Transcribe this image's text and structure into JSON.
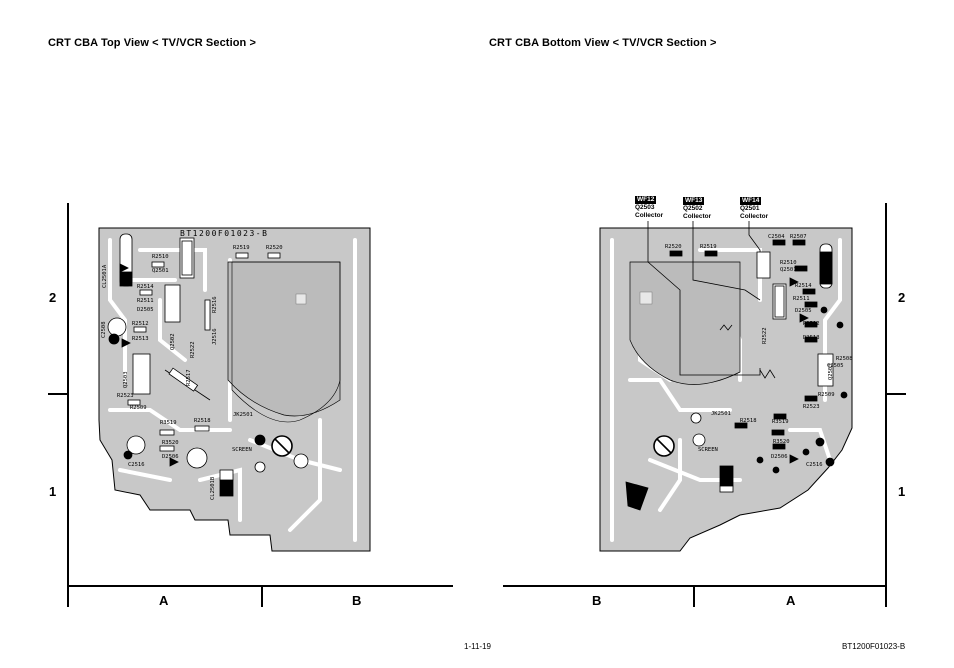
{
  "titles": {
    "left": "CRT CBA Top View  < TV/VCR Section >",
    "right": "CRT CBA Bottom View  < TV/VCR Section >"
  },
  "grid": {
    "row_top": "2",
    "row_bottom": "1",
    "left_col_a": "A",
    "left_col_b": "B",
    "right_col_b": "B",
    "right_col_a": "A"
  },
  "board_id": "BT1200F01023-B",
  "top_view_labels": {
    "r2519": "R2519",
    "r2520": "R2520",
    "r2510": "R2510",
    "q2501": "Q2501",
    "r2514": "R2514",
    "r2511": "R2511",
    "d2505": "D2505",
    "r2512": "R2512",
    "c2508": "C2508",
    "q2502": "Q2502",
    "r2522": "R2522",
    "r2517": "R2517",
    "q2503": "Q2503",
    "r2513": "R2513",
    "r2523": "R2523",
    "r2509": "R2509",
    "r3519": "R3519",
    "r2518": "R2518",
    "r3520": "R3520",
    "d2506": "D2506",
    "c2516": "C2516",
    "jk2501": "JK2501",
    "screen": "SCREEN",
    "cl2501a": "CL2501A",
    "cl2501b": "CL2501B",
    "r2516": "R2516",
    "j2516": "J2516"
  },
  "bottom_view_labels": {
    "r2520": "R2520",
    "r2519": "R2519",
    "c2504": "C2504",
    "r2507": "R2507",
    "q2501": "Q2501",
    "r2514": "R2514",
    "r2511": "R2511",
    "d2505": "D2505",
    "r2512": "R2512",
    "d2513": "D2513",
    "r2508": "R2508",
    "c2505": "C2505",
    "q2503": "Q2503",
    "r2509": "R2509",
    "r2523": "R2523",
    "r3519": "R3519",
    "r2518": "R2518",
    "r3520": "R3520",
    "d2506": "D2506",
    "c2516": "C2516",
    "jk2501": "JK2501",
    "screen": "SCREEN",
    "r2522": "R2522"
  },
  "waveforms": [
    {
      "tag": "WF12",
      "part": "Q2503",
      "pin": "Collector"
    },
    {
      "tag": "WF13",
      "part": "Q2502",
      "pin": "Collector"
    },
    {
      "tag": "WF14",
      "part": "Q2501",
      "pin": "Collector"
    }
  ],
  "footer": {
    "page": "1-11-19",
    "doc_id": "BT1200F01023-B"
  },
  "colors": {
    "board_fill": "#c8c8c8",
    "trace": "#ffffff",
    "ink": "#000000"
  }
}
